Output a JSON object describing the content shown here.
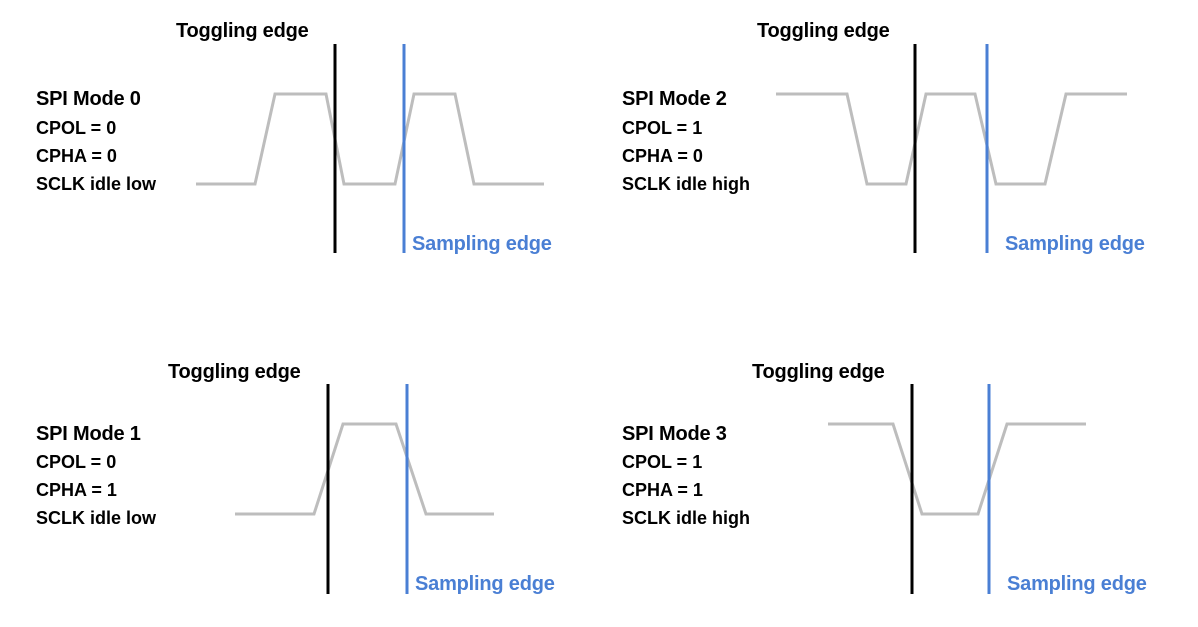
{
  "colors": {
    "waveform": "#bdbdbd",
    "toggling_line": "#000000",
    "sampling_line": "#4a7fd4",
    "text": "#000000"
  },
  "modes": [
    {
      "title": "SPI Mode 0",
      "cpol": "CPOL = 0",
      "cpha": "CPHA = 0",
      "idle": "SCLK idle low",
      "toggling_label": "Toggling edge",
      "sampling_label": "Sampling edge"
    },
    {
      "title": "SPI Mode 2",
      "cpol": "CPOL = 1",
      "cpha": "CPHA = 0",
      "idle": "SCLK idle high",
      "toggling_label": "Toggling edge",
      "sampling_label": "Sampling edge"
    },
    {
      "title": "SPI Mode 1",
      "cpol": "CPOL = 0",
      "cpha": "CPHA = 1",
      "idle": "SCLK idle low",
      "toggling_label": "Toggling edge",
      "sampling_label": "Sampling edge"
    },
    {
      "title": "SPI Mode 3",
      "cpol": "CPOL = 1",
      "cpha": "CPHA = 1",
      "idle": "SCLK idle high",
      "toggling_label": "Toggling edge",
      "sampling_label": "Sampling edge"
    }
  ]
}
